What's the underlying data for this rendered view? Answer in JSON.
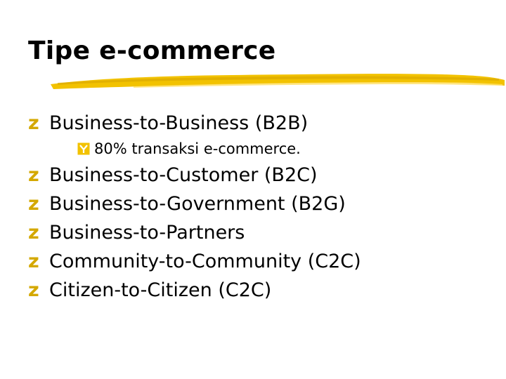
{
  "slide": {
    "title": "Tipe e-commerce",
    "accent_color": "#f2c200",
    "bullet_icon": "z-bullet-icon",
    "sub_bullet_icon": "boxed-y-bullet-icon",
    "items": [
      {
        "text": "Business-to-Business (B2B)",
        "level": 1
      },
      {
        "text": "80% transaksi e-commerce.",
        "level": 2
      },
      {
        "text": "Business-to-Customer (B2C)",
        "level": 1
      },
      {
        "text": "Business-to-Government (B2G)",
        "level": 1
      },
      {
        "text": "Business-to-Partners",
        "level": 1
      },
      {
        "text": "Community-to-Community (C2C)",
        "level": 1
      },
      {
        "text": "Citizen-to-Citizen (C2C)",
        "level": 1
      }
    ]
  }
}
